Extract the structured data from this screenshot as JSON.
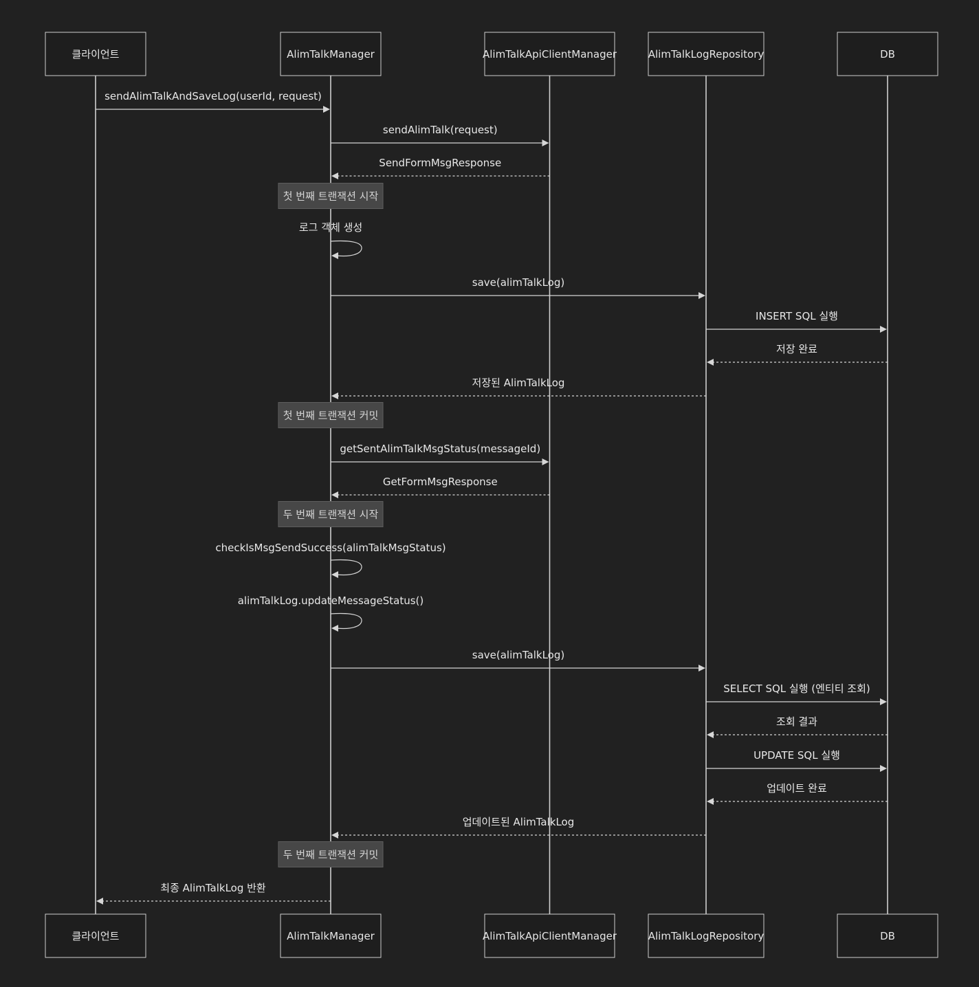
{
  "participants": [
    {
      "id": "client",
      "label": "클라이언트"
    },
    {
      "id": "manager",
      "label": "AlimTalkManager"
    },
    {
      "id": "api",
      "label": "AlimTalkApiClientManager"
    },
    {
      "id": "repo",
      "label": "AlimTalkLogRepository"
    },
    {
      "id": "db",
      "label": "DB"
    }
  ],
  "events": [
    {
      "kind": "message",
      "from": "client",
      "to": "manager",
      "label": "sendAlimTalkAndSaveLog(userId, request)",
      "style": "solid"
    },
    {
      "kind": "message",
      "from": "manager",
      "to": "api",
      "label": "sendAlimTalk(request)",
      "style": "solid"
    },
    {
      "kind": "message",
      "from": "api",
      "to": "manager",
      "label": "SendFormMsgResponse",
      "style": "dashed"
    },
    {
      "kind": "note",
      "over": "manager",
      "label": "첫 번째 트랜잭션 시작"
    },
    {
      "kind": "self",
      "on": "manager",
      "label": "로그 객체 생성"
    },
    {
      "kind": "message",
      "from": "manager",
      "to": "repo",
      "label": "save(alimTalkLog)",
      "style": "solid"
    },
    {
      "kind": "message",
      "from": "repo",
      "to": "db",
      "label": "INSERT SQL 실행",
      "style": "solid"
    },
    {
      "kind": "message",
      "from": "db",
      "to": "repo",
      "label": "저장 완료",
      "style": "dashed"
    },
    {
      "kind": "message",
      "from": "repo",
      "to": "manager",
      "label": "저장된 AlimTalkLog",
      "style": "dashed"
    },
    {
      "kind": "note",
      "over": "manager",
      "label": "첫 번째 트랜잭션 커밋"
    },
    {
      "kind": "message",
      "from": "manager",
      "to": "api",
      "label": "getSentAlimTalkMsgStatus(messageId)",
      "style": "solid"
    },
    {
      "kind": "message",
      "from": "api",
      "to": "manager",
      "label": "GetFormMsgResponse",
      "style": "dashed"
    },
    {
      "kind": "note",
      "over": "manager",
      "label": "두 번째 트랜잭션 시작"
    },
    {
      "kind": "self",
      "on": "manager",
      "label": "checkIsMsgSendSuccess(alimTalkMsgStatus)"
    },
    {
      "kind": "self",
      "on": "manager",
      "label": "alimTalkLog.updateMessageStatus()"
    },
    {
      "kind": "message",
      "from": "manager",
      "to": "repo",
      "label": "save(alimTalkLog)",
      "style": "solid"
    },
    {
      "kind": "message",
      "from": "repo",
      "to": "db",
      "label": "SELECT SQL 실행 (엔티티 조회)",
      "style": "solid"
    },
    {
      "kind": "message",
      "from": "db",
      "to": "repo",
      "label": "조회 결과",
      "style": "dashed"
    },
    {
      "kind": "message",
      "from": "repo",
      "to": "db",
      "label": "UPDATE SQL 실행",
      "style": "solid"
    },
    {
      "kind": "message",
      "from": "db",
      "to": "repo",
      "label": "업데이트 완료",
      "style": "dashed"
    },
    {
      "kind": "message",
      "from": "repo",
      "to": "manager",
      "label": "업데이트된 AlimTalkLog",
      "style": "dashed"
    },
    {
      "kind": "note",
      "over": "manager",
      "label": "두 번째 트랜잭션 커밋"
    },
    {
      "kind": "message",
      "from": "manager",
      "to": "client",
      "label": "최종 AlimTalkLog 반환",
      "style": "dashed"
    }
  ]
}
